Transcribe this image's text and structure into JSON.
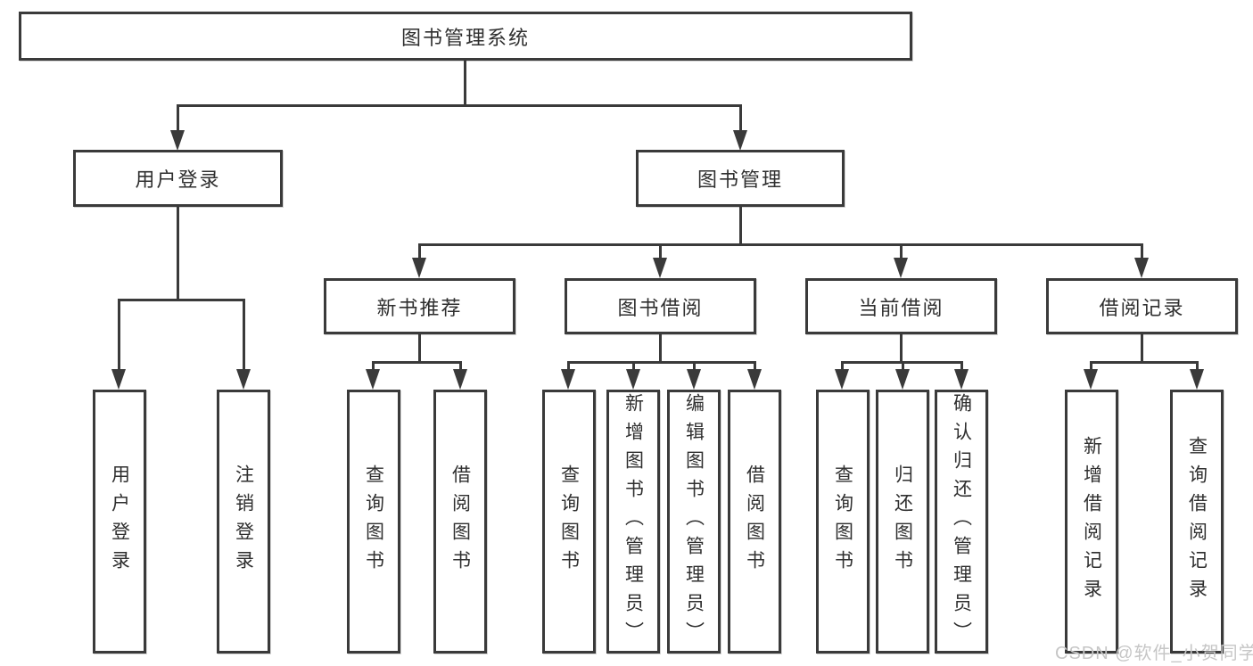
{
  "nodes": {
    "root": "图书管理系统",
    "user_login": "用户登录",
    "book_management": "图书管理",
    "new_book_recommendation": "新书推荐",
    "book_borrowing": "图书借阅",
    "current_borrowing": "当前借阅",
    "borrowing_records": "借阅记录",
    "leaf_user_login": "用户登录",
    "leaf_logout": "注销登录",
    "leaf_query_books_nb": "查询图书",
    "leaf_borrow_books_nb": "借阅图书",
    "leaf_query_books_bb": "查询图书",
    "leaf_add_book_admin": "新增图书（管理员）",
    "leaf_edit_book_admin": "编辑图书（管理员）",
    "leaf_borrow_books_bb": "借阅图书",
    "leaf_query_books_cb": "查询图书",
    "leaf_return_books": "归还图书",
    "leaf_confirm_return_admin": "确认归还（管理员）",
    "leaf_add_borrow_record": "新增借阅记录",
    "leaf_query_borrow_record": "查询借阅记录"
  },
  "watermark": "CSDN @软件_小贺同学",
  "colors": {
    "line": "#3a3a3a",
    "text": "#2f2f2f",
    "watermark": "#c6c6c6",
    "background": "#ffffff"
  }
}
